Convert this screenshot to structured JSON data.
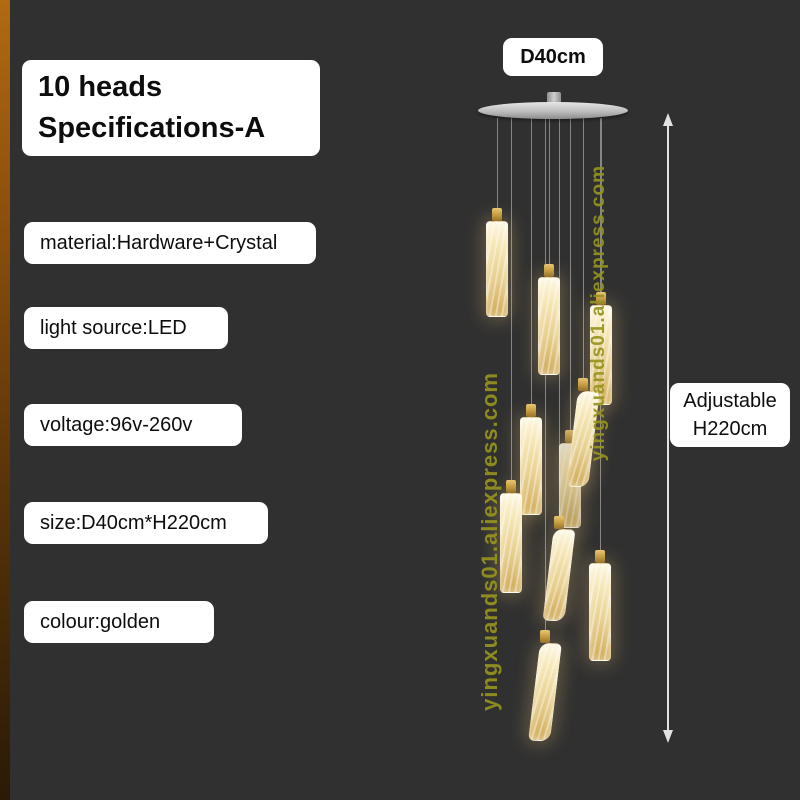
{
  "colors": {
    "background": "#303030",
    "accent_strip": "#b06a12",
    "gold": "#c49b3e",
    "crystal": "#f5e6b4",
    "watermark": "#96941e"
  },
  "left_panel": {
    "title_line1": "10 heads",
    "title_line2": "Specifications-A",
    "specs": [
      "material:Hardware+Crystal",
      "light source:LED",
      "voltage:96v-260v",
      "size:D40cm*H220cm",
      "colour:golden"
    ]
  },
  "diagram": {
    "diameter_label": "D40cm",
    "height_label_line1": "Adjustable",
    "height_label_line2": "H220cm"
  },
  "watermark": {
    "text": "yingxuands01.aliexpress.com"
  }
}
